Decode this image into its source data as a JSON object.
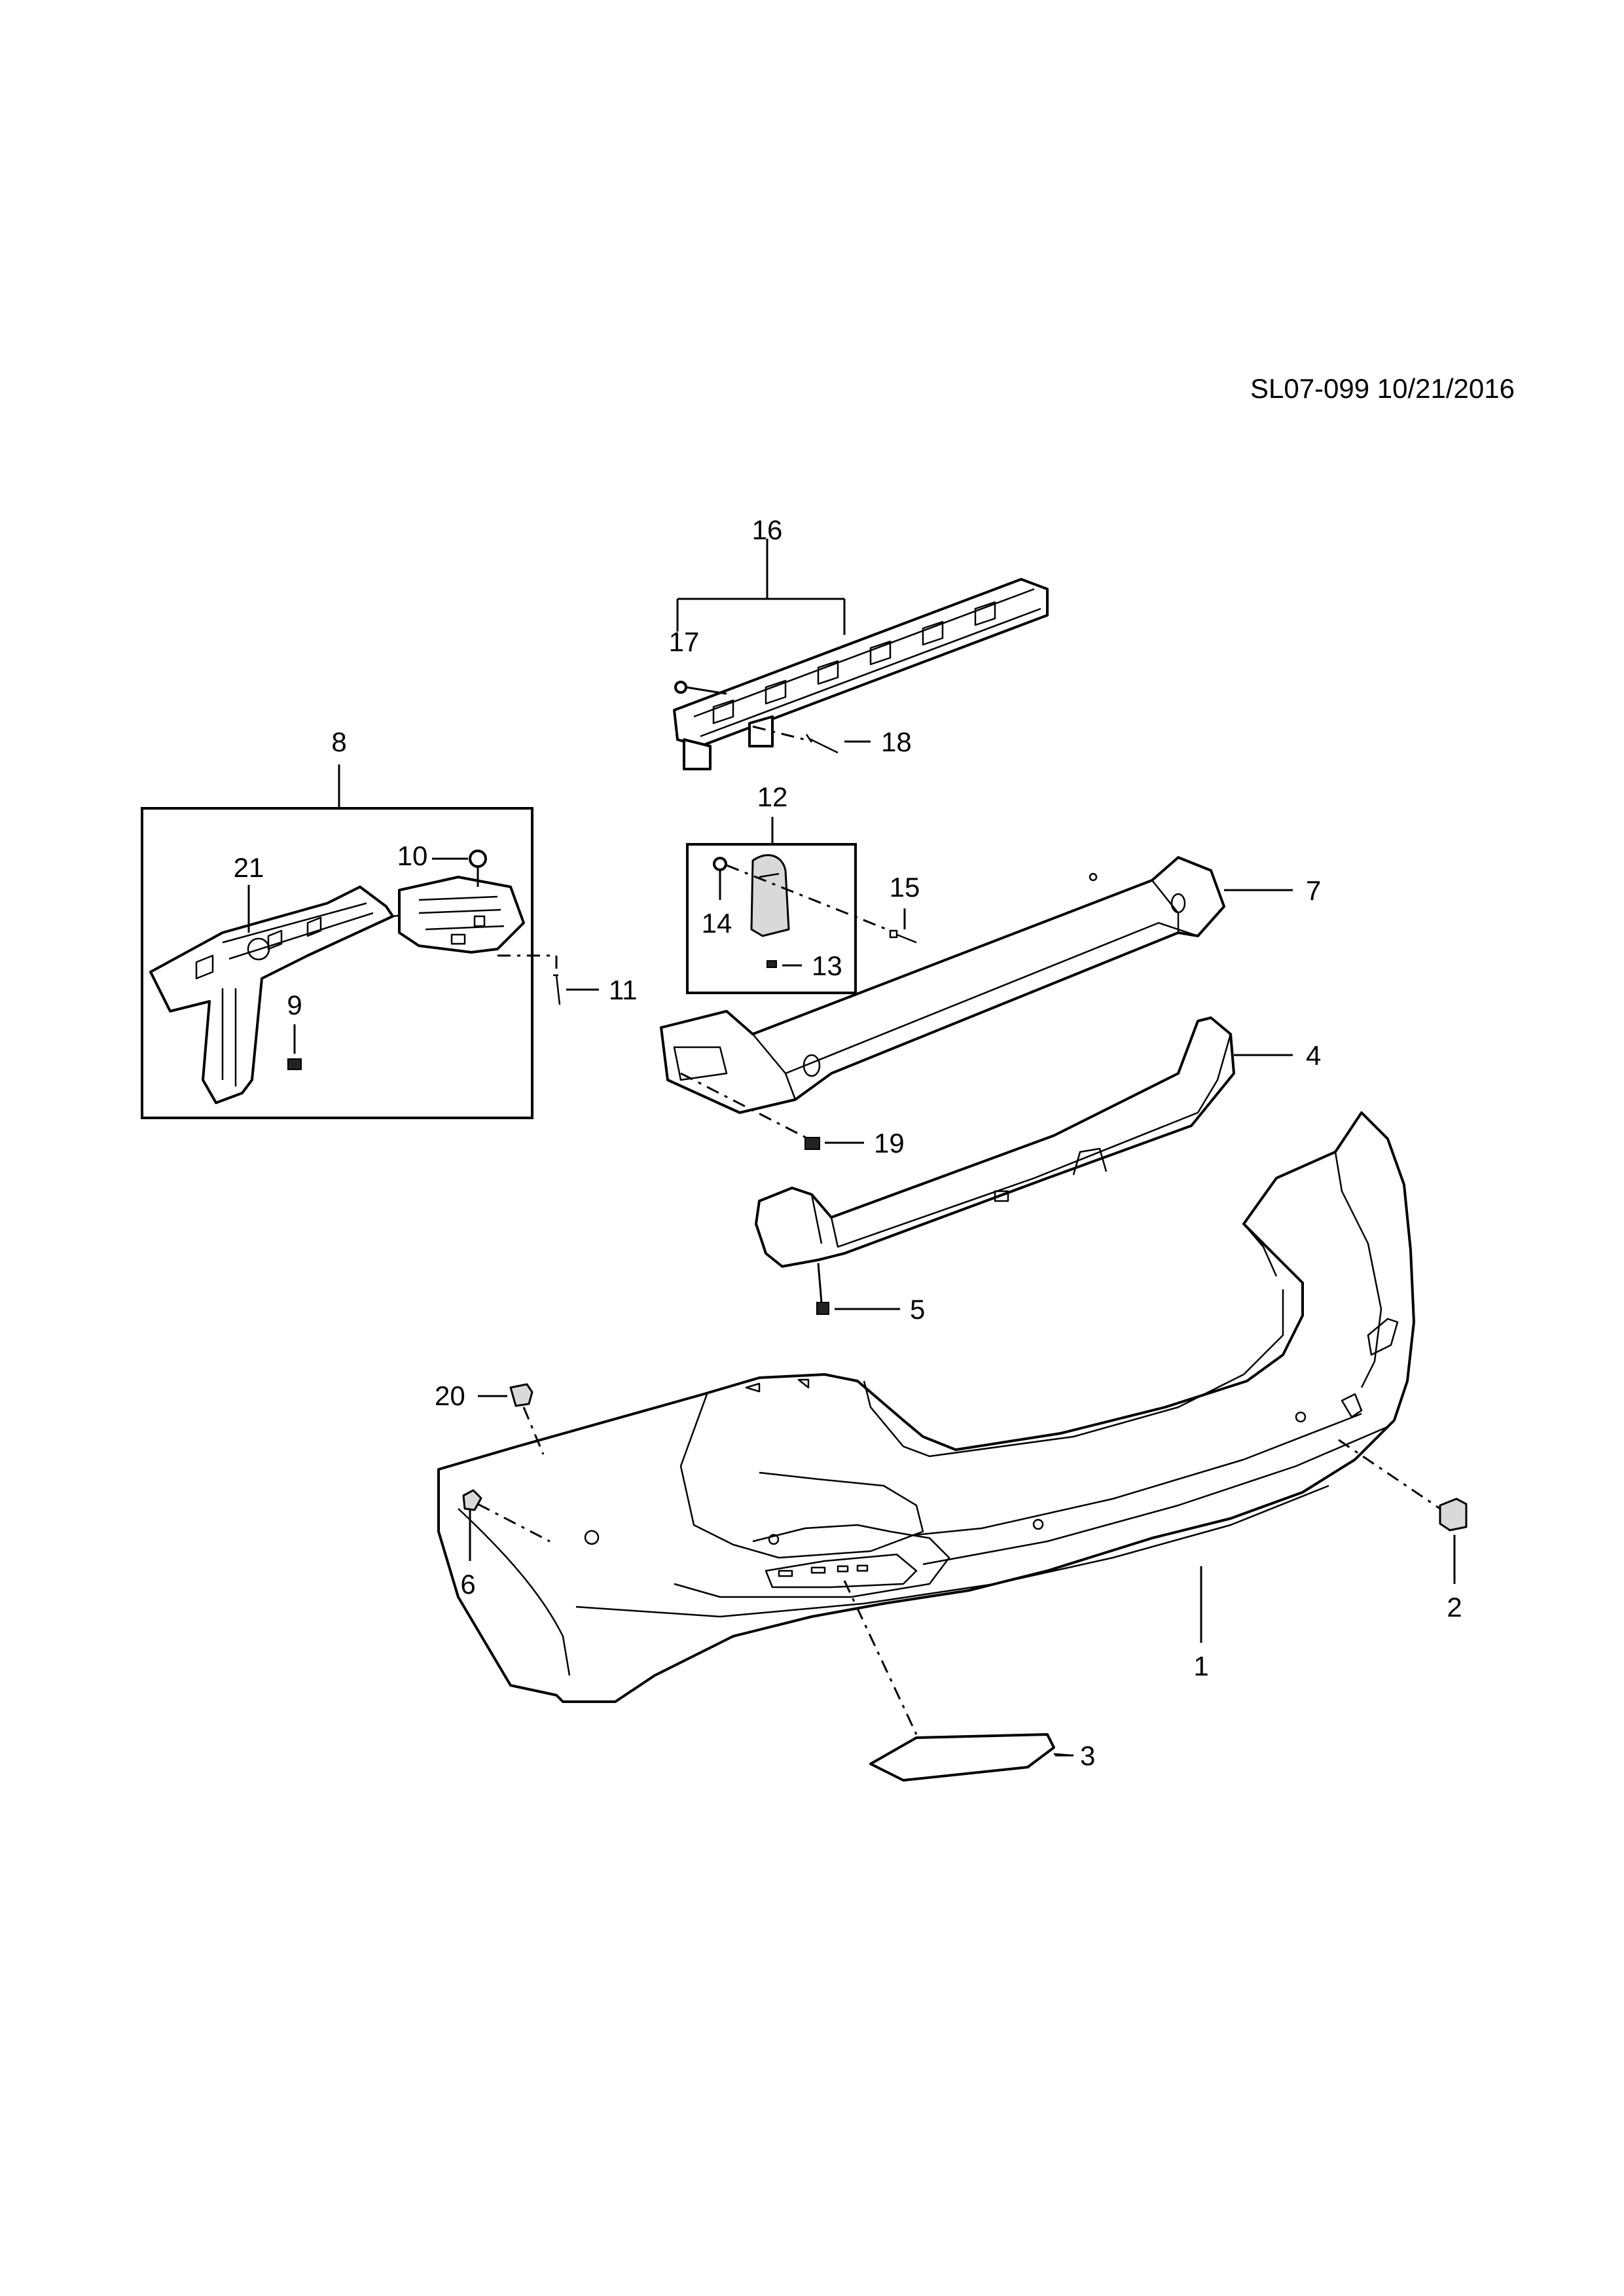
{
  "diagram": {
    "drawing_code": "SL07-099 10/21/2016",
    "callouts": {
      "c1": "1",
      "c2": "2",
      "c3": "3",
      "c4": "4",
      "c5": "5",
      "c6": "6",
      "c7": "7",
      "c8": "8",
      "c9": "9",
      "c10": "10",
      "c11": "11",
      "c12": "12",
      "c13": "13",
      "c14": "14",
      "c15": "15",
      "c16": "16",
      "c17": "17",
      "c18": "18",
      "c19": "19",
      "c20": "20",
      "c21": "21"
    }
  }
}
